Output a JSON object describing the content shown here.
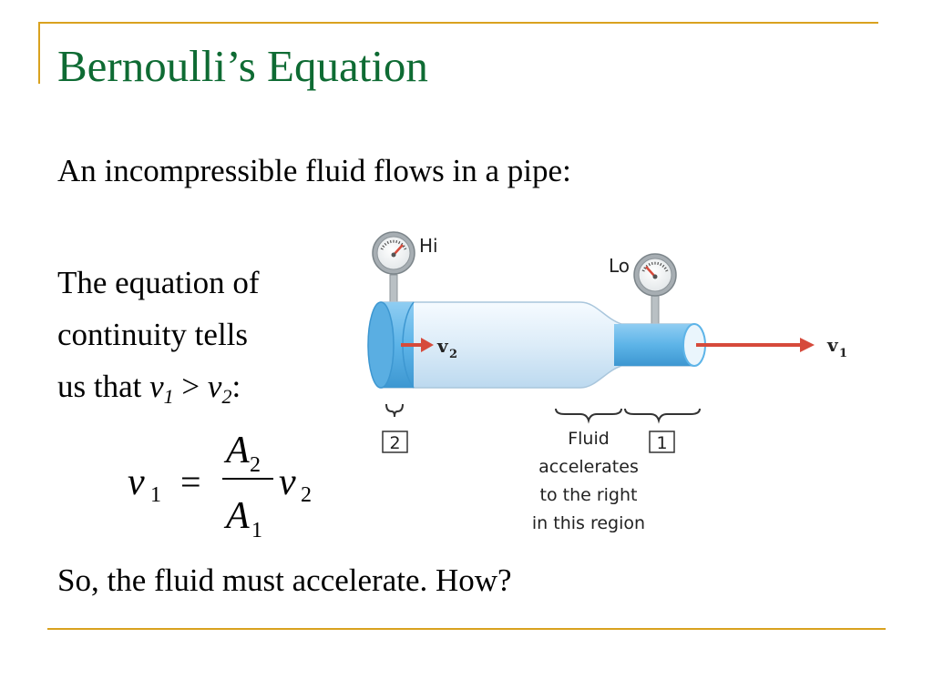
{
  "slide": {
    "title": "Bernoulli’s Equation",
    "intro": "An incompressible fluid flows in a pipe:",
    "para_line1": "The equation of",
    "para_line2": "continuity tells",
    "para_line3_prefix": "us that ",
    "v_symbol": "v",
    "sub_1": "1",
    "sub_2": "2",
    "gt": " > ",
    "colon": ":",
    "conclusion": "So, the fluid must accelerate.  How?"
  },
  "equation": {
    "lhs_var": "v",
    "lhs_sub": "1",
    "equals": "=",
    "num_var": "A",
    "num_sub": "2",
    "den_var": "A",
    "den_sub": "1",
    "rhs_var": "v",
    "rhs_sub": "2"
  },
  "diagram": {
    "gauge_hi_label": "Hi",
    "gauge_lo_label": "Lo",
    "v1_label": "v",
    "v1_sub": "1",
    "v2_label": "v",
    "v2_sub": "2",
    "region2_box": "2",
    "region1_box": "1",
    "caption_line1": "Fluid",
    "caption_line2": "accelerates",
    "caption_line3": "to the right",
    "caption_line4": "in this region",
    "colors": {
      "pipe_light": "#e6f2fb",
      "pipe_blue": "#5db4e8",
      "arrow_red": "#d64a3b",
      "gauge_gray": "#a7aeb3"
    }
  }
}
